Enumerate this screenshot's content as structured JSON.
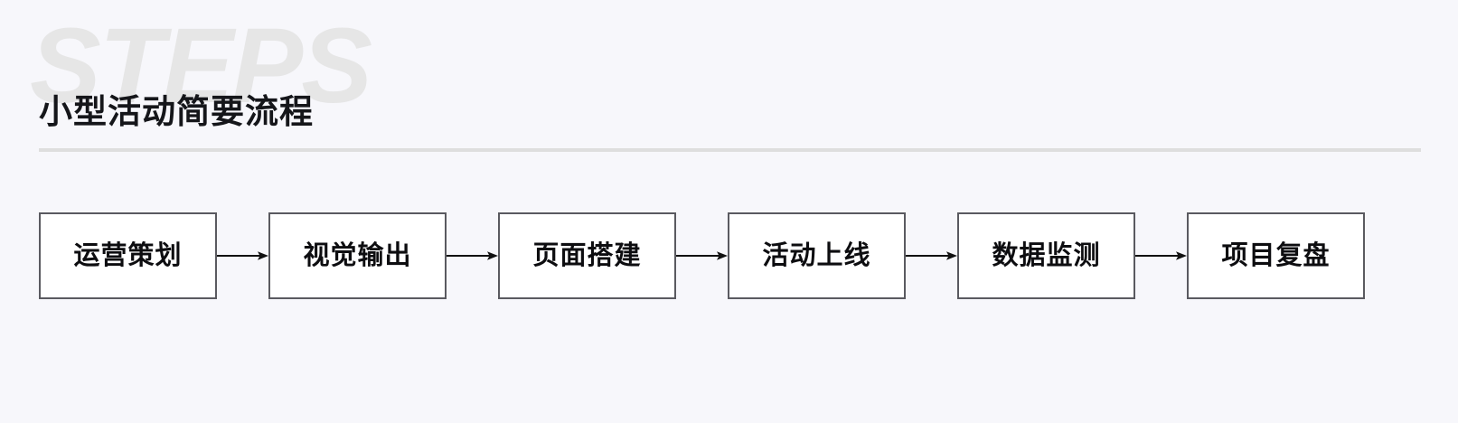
{
  "page": {
    "background_color": "#f7f7fb"
  },
  "header": {
    "watermark": "STEPS",
    "watermark_color": "#e6e6e6",
    "title": "小型活动简要流程",
    "title_color": "#15161a",
    "divider_color": "#dedede"
  },
  "flow": {
    "node_border_color": "#5a5a60",
    "node_fill_color": "#ffffff",
    "arrow_color": "#111111",
    "arrow_icon": "arrow-right-icon",
    "nodes": [
      {
        "label": "运营策划"
      },
      {
        "label": "视觉输出"
      },
      {
        "label": "页面搭建"
      },
      {
        "label": "活动上线"
      },
      {
        "label": "数据监测"
      },
      {
        "label": "项目复盘"
      }
    ]
  }
}
